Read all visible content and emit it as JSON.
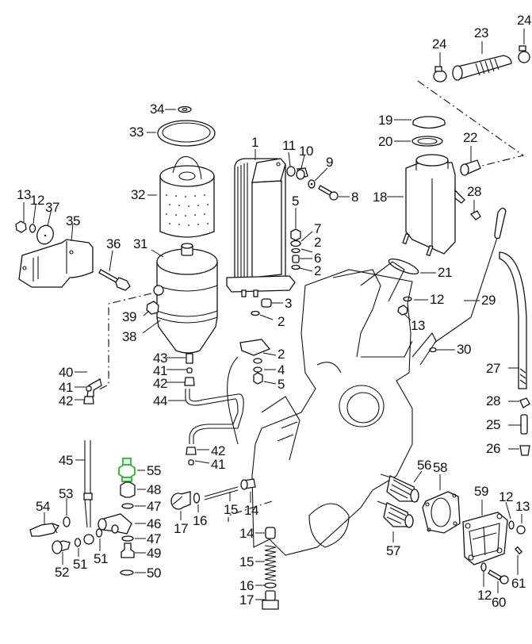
{
  "diagram": {
    "type": "exploded-parts-diagram",
    "subject": "Engine oil system: oil cooler, oil filter, oil tank, dipstick, oil pump",
    "highlight_color": "#22bb22",
    "highlighted_part": "55",
    "callouts": [
      {
        "id": "c-34",
        "text": "34"
      },
      {
        "id": "c-33",
        "text": "33"
      },
      {
        "id": "c-32",
        "text": "32"
      },
      {
        "id": "c-31",
        "text": "31"
      },
      {
        "id": "c-1",
        "text": "1"
      },
      {
        "id": "c-11",
        "text": "11"
      },
      {
        "id": "c-10",
        "text": "10"
      },
      {
        "id": "c-9",
        "text": "9"
      },
      {
        "id": "c-8",
        "text": "8"
      },
      {
        "id": "c-5a",
        "text": "5"
      },
      {
        "id": "c-7",
        "text": "7"
      },
      {
        "id": "c-2a",
        "text": "2"
      },
      {
        "id": "c-6",
        "text": "6"
      },
      {
        "id": "c-2b",
        "text": "2"
      },
      {
        "id": "c-3",
        "text": "3"
      },
      {
        "id": "c-2c",
        "text": "2"
      },
      {
        "id": "c-24a",
        "text": "24"
      },
      {
        "id": "c-23",
        "text": "23"
      },
      {
        "id": "c-24b",
        "text": "24"
      },
      {
        "id": "c-19",
        "text": "19"
      },
      {
        "id": "c-20",
        "text": "20"
      },
      {
        "id": "c-22",
        "text": "22"
      },
      {
        "id": "c-18",
        "text": "18"
      },
      {
        "id": "c-28a",
        "text": "28"
      },
      {
        "id": "c-21",
        "text": "21"
      },
      {
        "id": "c-12a",
        "text": "12"
      },
      {
        "id": "c-13a",
        "text": "13"
      },
      {
        "id": "c-29",
        "text": "29"
      },
      {
        "id": "c-30",
        "text": "30"
      },
      {
        "id": "c-27",
        "text": "27"
      },
      {
        "id": "c-28b",
        "text": "28"
      },
      {
        "id": "c-25",
        "text": "25"
      },
      {
        "id": "c-26",
        "text": "26"
      },
      {
        "id": "c-13b",
        "text": "13"
      },
      {
        "id": "c-12b",
        "text": "12"
      },
      {
        "id": "c-37",
        "text": "37"
      },
      {
        "id": "c-35",
        "text": "35"
      },
      {
        "id": "c-36",
        "text": "36"
      },
      {
        "id": "c-39",
        "text": "39"
      },
      {
        "id": "c-38",
        "text": "38"
      },
      {
        "id": "c-40",
        "text": "40"
      },
      {
        "id": "c-41a",
        "text": "41"
      },
      {
        "id": "c-42a",
        "text": "42"
      },
      {
        "id": "c-43",
        "text": "43"
      },
      {
        "id": "c-41b",
        "text": "41"
      },
      {
        "id": "c-42b",
        "text": "42"
      },
      {
        "id": "c-44",
        "text": "44"
      },
      {
        "id": "c-42c",
        "text": "42"
      },
      {
        "id": "c-41c",
        "text": "41"
      },
      {
        "id": "c-2d",
        "text": "2"
      },
      {
        "id": "c-4",
        "text": "4"
      },
      {
        "id": "c-5b",
        "text": "5"
      },
      {
        "id": "c-45",
        "text": "45"
      },
      {
        "id": "c-55",
        "text": "55"
      },
      {
        "id": "c-48",
        "text": "48"
      },
      {
        "id": "c-47a",
        "text": "47"
      },
      {
        "id": "c-46",
        "text": "46"
      },
      {
        "id": "c-47b",
        "text": "47"
      },
      {
        "id": "c-49",
        "text": "49"
      },
      {
        "id": "c-50",
        "text": "50"
      },
      {
        "id": "c-53",
        "text": "53"
      },
      {
        "id": "c-54",
        "text": "54"
      },
      {
        "id": "c-52",
        "text": "52"
      },
      {
        "id": "c-51a",
        "text": "51"
      },
      {
        "id": "c-51b",
        "text": "51"
      },
      {
        "id": "c-17a",
        "text": "17"
      },
      {
        "id": "c-16a",
        "text": "16"
      },
      {
        "id": "c-15a",
        "text": "15"
      },
      {
        "id": "c-14a",
        "text": "14"
      },
      {
        "id": "c-14b",
        "text": "14"
      },
      {
        "id": "c-15b",
        "text": "15"
      },
      {
        "id": "c-16b",
        "text": "16"
      },
      {
        "id": "c-17b",
        "text": "17"
      },
      {
        "id": "c-56",
        "text": "56"
      },
      {
        "id": "c-57",
        "text": "57"
      },
      {
        "id": "c-58",
        "text": "58"
      },
      {
        "id": "c-59",
        "text": "59"
      },
      {
        "id": "c-12c",
        "text": "12"
      },
      {
        "id": "c-13c",
        "text": "13"
      },
      {
        "id": "c-61",
        "text": "61"
      },
      {
        "id": "c-12d",
        "text": "12"
      },
      {
        "id": "c-60",
        "text": "60"
      }
    ]
  }
}
